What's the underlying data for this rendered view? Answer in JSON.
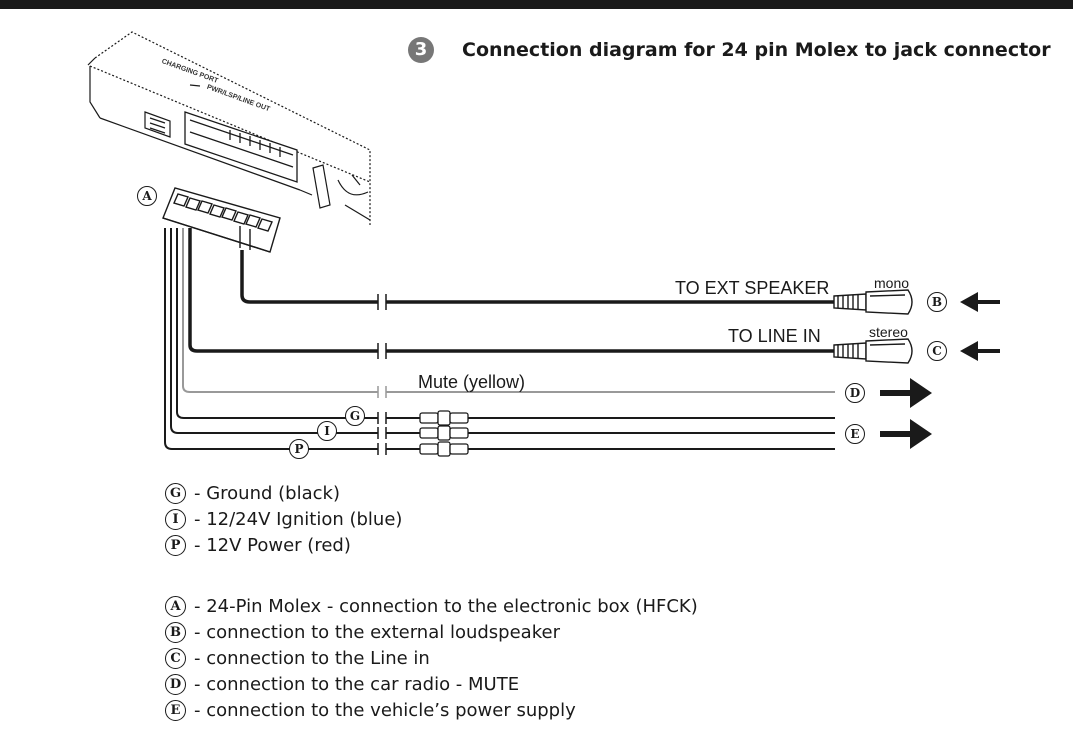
{
  "header": {
    "step_number": "3",
    "title": "Connection diagram for 24 pin Molex to jack connector"
  },
  "box_labels": {
    "charging_port": "CHARGING PORT",
    "pwr_port": "PWR/LSP/LINE OUT"
  },
  "wires": {
    "ext_speaker": "TO EXT SPEAKER",
    "line_in": "TO LINE IN",
    "mute": "Mute (yellow)",
    "mono": "mono",
    "stereo": "stereo"
  },
  "markers": {
    "A": "A",
    "B": "B",
    "C": "C",
    "D": "D",
    "E": "E",
    "G": "G",
    "I": "I",
    "P": "P"
  },
  "legend_wires": [
    {
      "letter": "G",
      "text": "- Ground (black)"
    },
    {
      "letter": "I",
      "text": "- 12/24V Ignition (blue)"
    },
    {
      "letter": "P",
      "text": "- 12V Power (red)"
    }
  ],
  "legend_connectors": [
    {
      "letter": "A",
      "text": "- 24-Pin Molex - connection to the electronic box (HFCK)"
    },
    {
      "letter": "B",
      "text": "- connection to the external loudspeaker"
    },
    {
      "letter": "C",
      "text": "- connection to the Line in"
    },
    {
      "letter": "D",
      "text": "- connection to the car radio - MUTE"
    },
    {
      "letter": "E",
      "text": "- connection to the vehicle’s power supply"
    }
  ],
  "colors": {
    "ink": "#1a1a1a",
    "mute_wire": "#999999",
    "badge": "#777777"
  }
}
